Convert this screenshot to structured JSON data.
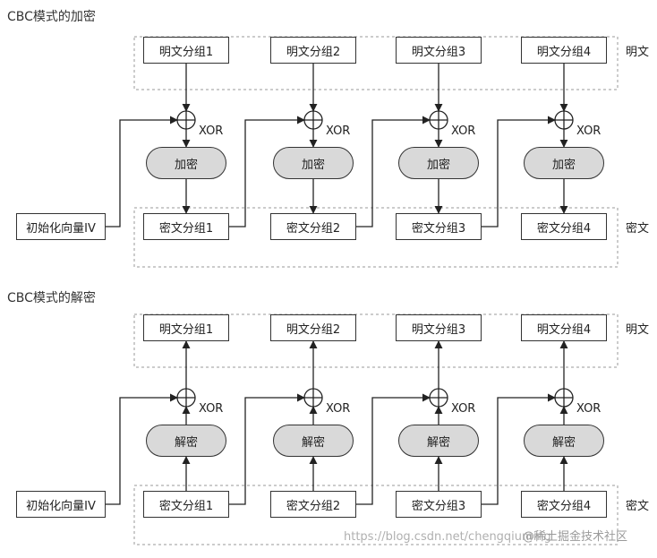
{
  "encryption": {
    "title": "CBC模式的加密",
    "plaintext_blocks": [
      "明文分组1",
      "明文分组2",
      "明文分组3",
      "明文分组4"
    ],
    "cipher_op": "加密",
    "ciphertext_blocks": [
      "密文分组1",
      "密文分组2",
      "密文分组3",
      "密文分组4"
    ],
    "iv_label": "初始化向量IV",
    "xor_label": "XOR",
    "plaintext_group_label": "明文",
    "ciphertext_group_label": "密文"
  },
  "decryption": {
    "title": "CBC模式的解密",
    "plaintext_blocks": [
      "明文分组1",
      "明文分组2",
      "明文分组3",
      "明文分组4"
    ],
    "cipher_op": "解密",
    "ciphertext_blocks": [
      "密文分组1",
      "密文分组2",
      "密文分组3",
      "密文分组4"
    ],
    "iv_label": "初始化向量IV",
    "xor_label": "XOR",
    "plaintext_group_label": "明文",
    "ciphertext_group_label": "密文"
  },
  "watermark": {
    "url": "https://blog.csdn.net/chengqiuming",
    "site": "@稀土掘金技术社区"
  }
}
